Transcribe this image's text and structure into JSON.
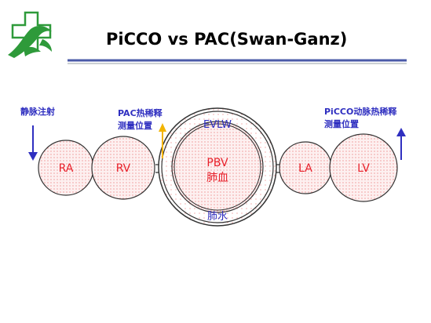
{
  "slide": {
    "title": "PiCCO vs PAC(Swan-Ganz)"
  },
  "diagram": {
    "nodes": {
      "ra": "RA",
      "rv": "RV",
      "pbv_line1": "PBV",
      "pbv_line2": "肺血",
      "la": "LA",
      "lv": "LV"
    },
    "evlw_label": "EVLW",
    "lung_water_label": "肺水",
    "injection_label": "静脉注射",
    "pac_label_line1": "PAC热稀释",
    "pac_label_line2": "测量位置",
    "picco_label_line1": "PiCCO动脉热稀释",
    "picco_label_line2": "测量位置"
  },
  "colors": {
    "node_fill": "#fbeaea",
    "node_dots": "#e23b3b",
    "node_label": "#e8202a",
    "blue_text": "#2f2fc0",
    "arrow_blue": "#2f2fc0",
    "arrow_yellow": "#f2b400",
    "rule_blue": "#4a5aa8",
    "rule_gray": "#9aa0a6",
    "logo_green": "#2e9a3a"
  },
  "icons": {
    "logo": "hospital-cross-bird-logo",
    "injection_arrow": "arrow-down-icon",
    "pac_arrow": "arrow-up-icon",
    "picco_arrow": "arrow-up-icon"
  }
}
